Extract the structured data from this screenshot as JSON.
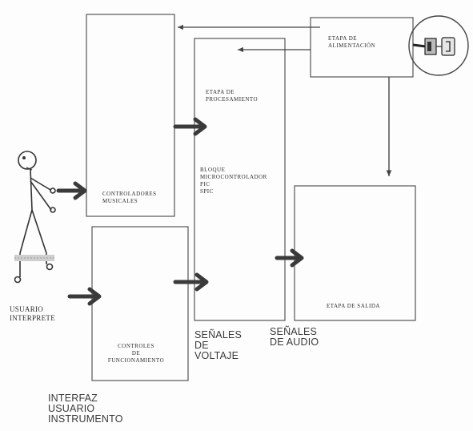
{
  "labels": {
    "controladores": [
      "CONTROLADORES",
      "MUSICALES"
    ],
    "controles": [
      "CONTROLES",
      "DE",
      "FUNCIONAMIENTO"
    ],
    "procesamiento": [
      "ETAPA DE",
      "PROCESAMIENTO"
    ],
    "bloque": [
      "BLOQUE",
      "MICROCONTROLADOR",
      "PIC",
      "SPIC"
    ],
    "alimentacion": [
      "ETAPA DE",
      "ALIMENTACIÓN"
    ],
    "salida": "ETAPA DE SALIDA",
    "usuario": [
      "USUARIO",
      "INTERPRETE"
    ],
    "senales_voltaje": [
      "SEÑALES",
      "DE",
      "VOLTAJE"
    ],
    "senales_audio": [
      "SEÑALES",
      "DE AUDIO"
    ],
    "interfaz": [
      "INTERFAZ",
      "USUARIO",
      "INSTRUMENTO"
    ]
  },
  "colors": {
    "ink": "#2b2b2b",
    "box_stroke": "#555555",
    "arrow": "#444444",
    "background": "#fdfdfd"
  },
  "icons": [
    "stick-figure-icon",
    "power-plug-icon"
  ]
}
